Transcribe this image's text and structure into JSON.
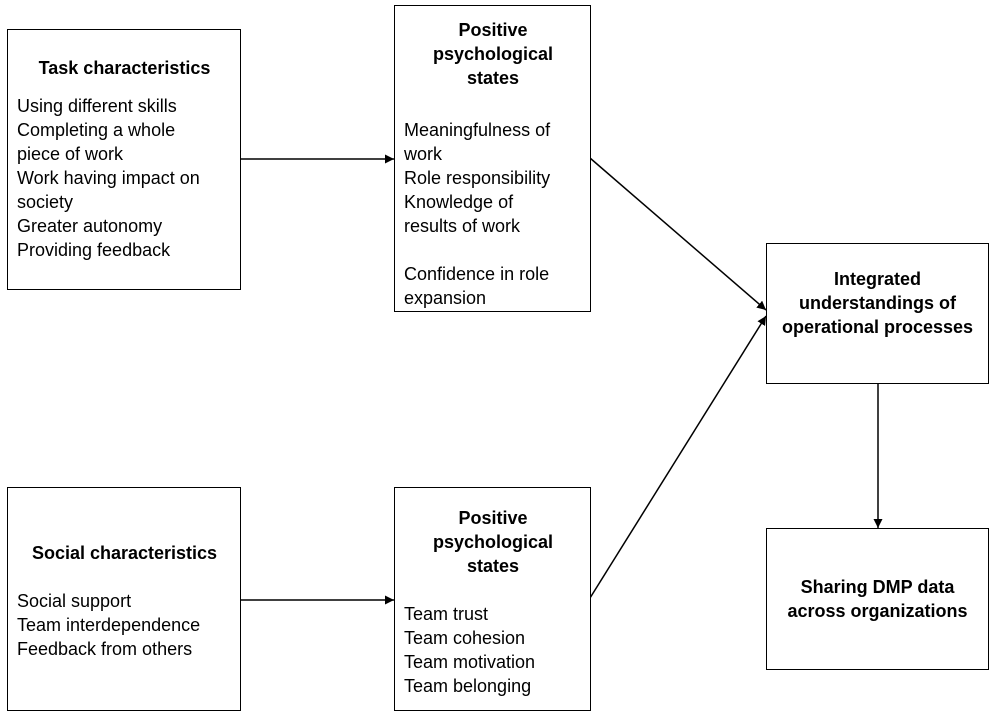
{
  "task_box": {
    "title": "Task characteristics",
    "items": [
      "Using different skills",
      "Completing a whole piece of work",
      "Work having impact on society",
      "Greater autonomy",
      "Providing feedback"
    ]
  },
  "states_top": {
    "title": "Positive psychological states",
    "items": [
      "Meaningfulness of work",
      "Role responsibility",
      "Knowledge of results of work",
      "Confidence in role expansion"
    ]
  },
  "social_box": {
    "title": "Social characteristics",
    "items": [
      "Social support",
      "Team interdependence",
      "Feedback from others"
    ]
  },
  "states_bottom": {
    "title": "Positive psychological states",
    "items": [
      "Team trust",
      "Team cohesion",
      "Team motivation",
      "Team belonging"
    ]
  },
  "integrated_box": {
    "title": "Integrated understandings of operational processes"
  },
  "sharing_box": {
    "title": "Sharing DMP data across organizations"
  }
}
